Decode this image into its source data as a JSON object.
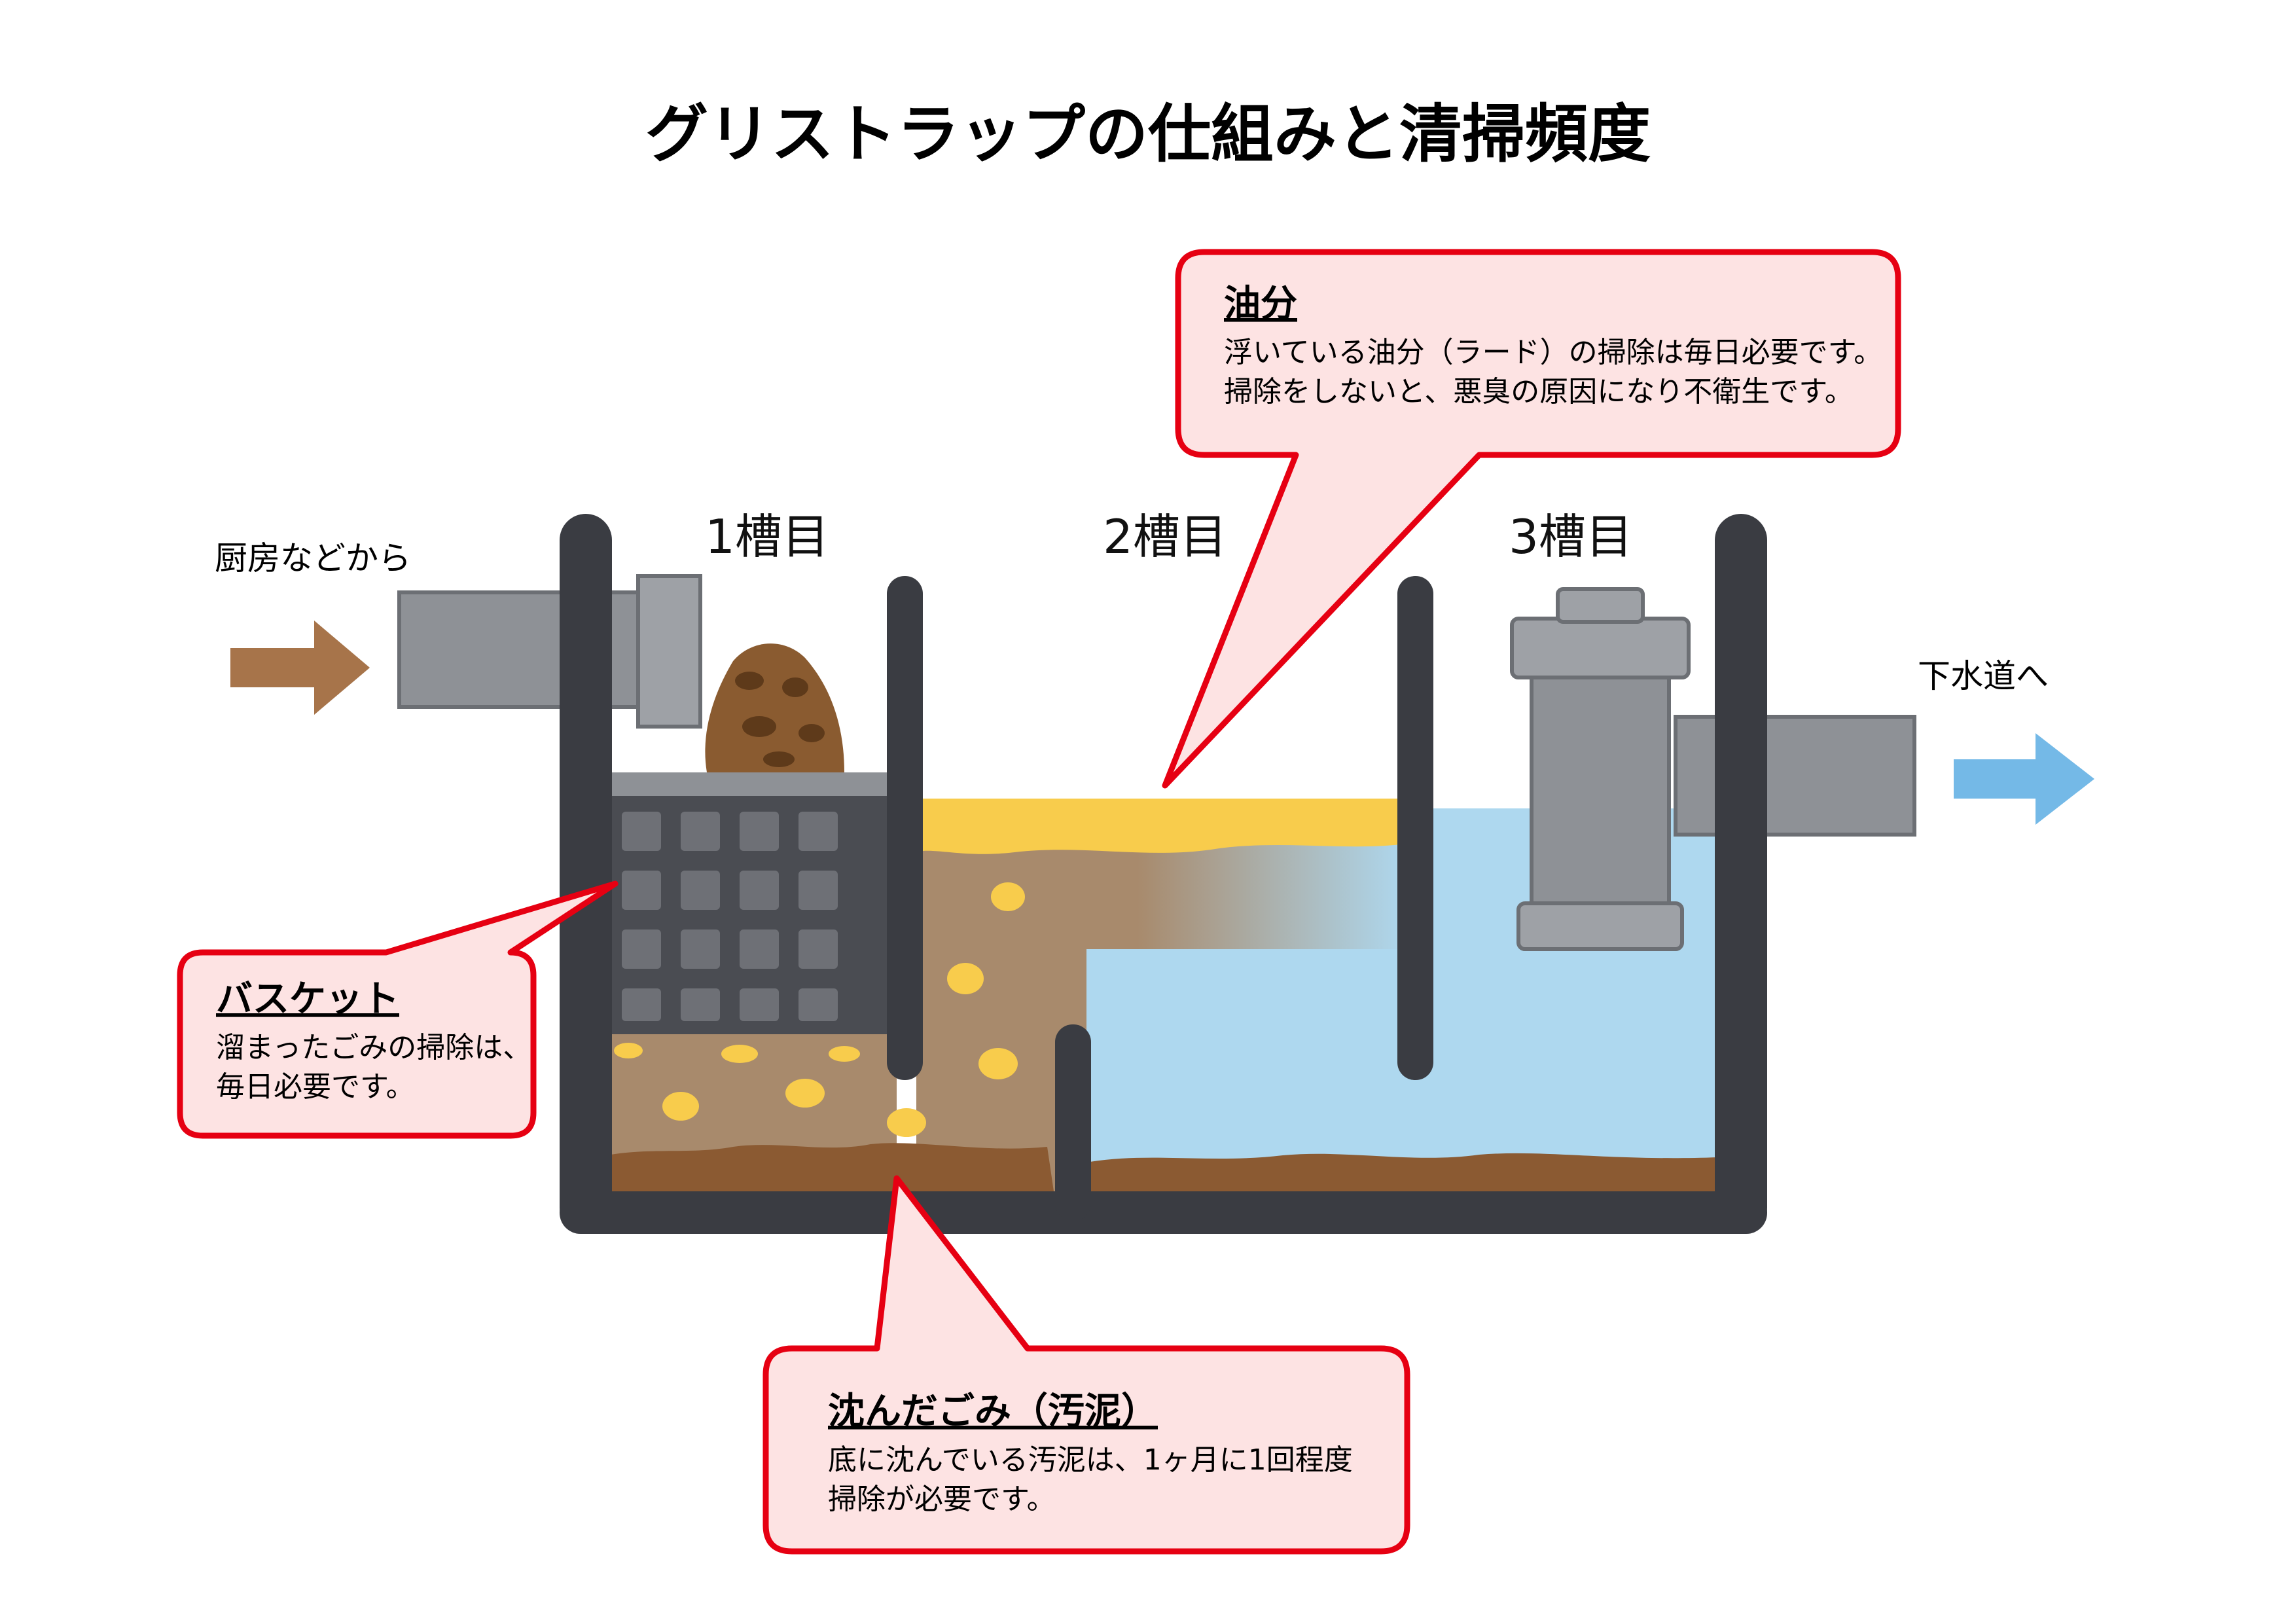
{
  "title": "グリストラップの仕組みと清掃頻度",
  "inlet_label": "厨房などから",
  "outlet_label": "下水道へ",
  "tanks": [
    {
      "label": "1槽目"
    },
    {
      "label": "2槽目"
    },
    {
      "label": "3槽目"
    }
  ],
  "callouts": {
    "oil": {
      "title": "油分",
      "line1": "浮いている油分（ラード）の掃除は毎日必要です。",
      "line2": "掃除をしないと、悪臭の原因になり不衛生です。"
    },
    "basket": {
      "title": "バスケット",
      "line1": "溜まったごみの掃除は、",
      "line2": "毎日必要です。"
    },
    "sludge": {
      "title": "沈んだごみ（汚泥）",
      "line1": "底に沈んでいる汚泥は、1ヶ月に1回程度",
      "line2": "掃除が必要です。"
    }
  },
  "colors": {
    "callout_border": "#e60012",
    "callout_fill": "#fde3e3",
    "tank_wall": "#3a3c42",
    "pipe": "#8e9196",
    "water": "#aed8ef",
    "oil": "#f8cc4c",
    "sludge": "#a88a6c",
    "sediment": "#8b5a32",
    "inlet_arrow": "#a7744a",
    "outlet_arrow": "#74b9e7"
  }
}
